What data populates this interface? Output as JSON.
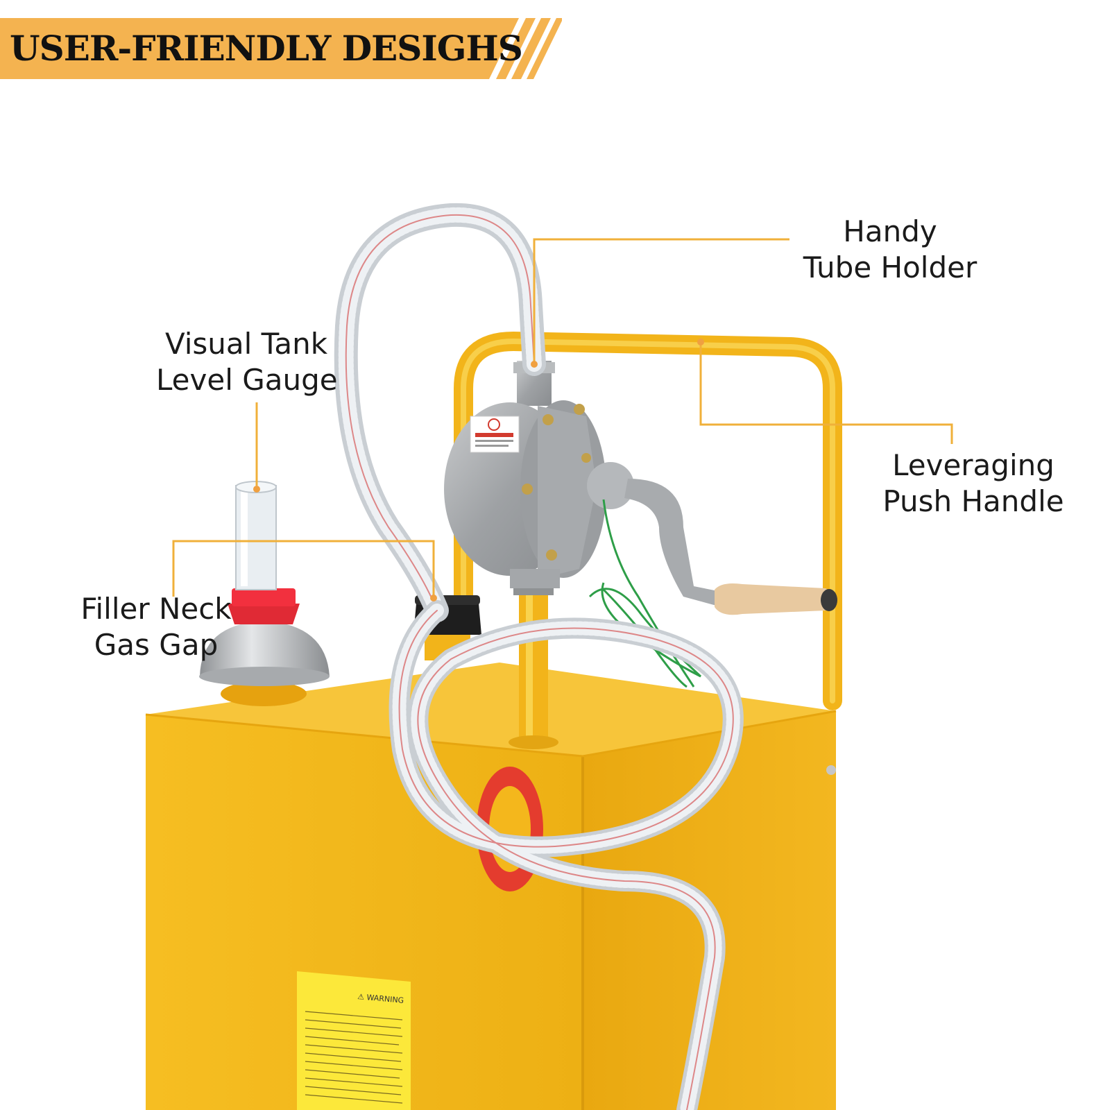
{
  "banner": {
    "title": "USER-FRIENDLY DESIGHS",
    "color": "#F4B350"
  },
  "callouts": {
    "handy_tube_holder": [
      "Handy",
      "Tube Holder"
    ],
    "visual_tank_level_gauge": [
      "Visual Tank",
      "Level Gauge"
    ],
    "leveraging_push_handle": [
      "Leveraging",
      "Push Handle"
    ],
    "filler_neck_gas_gap": [
      "Filler Neck",
      "Gas Gap"
    ]
  },
  "product": {
    "tank_color": "#F2B51B",
    "pump_color": "#A9ACAE",
    "leader_line_color": "#F0B03A",
    "warning_label_heading": "WARNING"
  }
}
